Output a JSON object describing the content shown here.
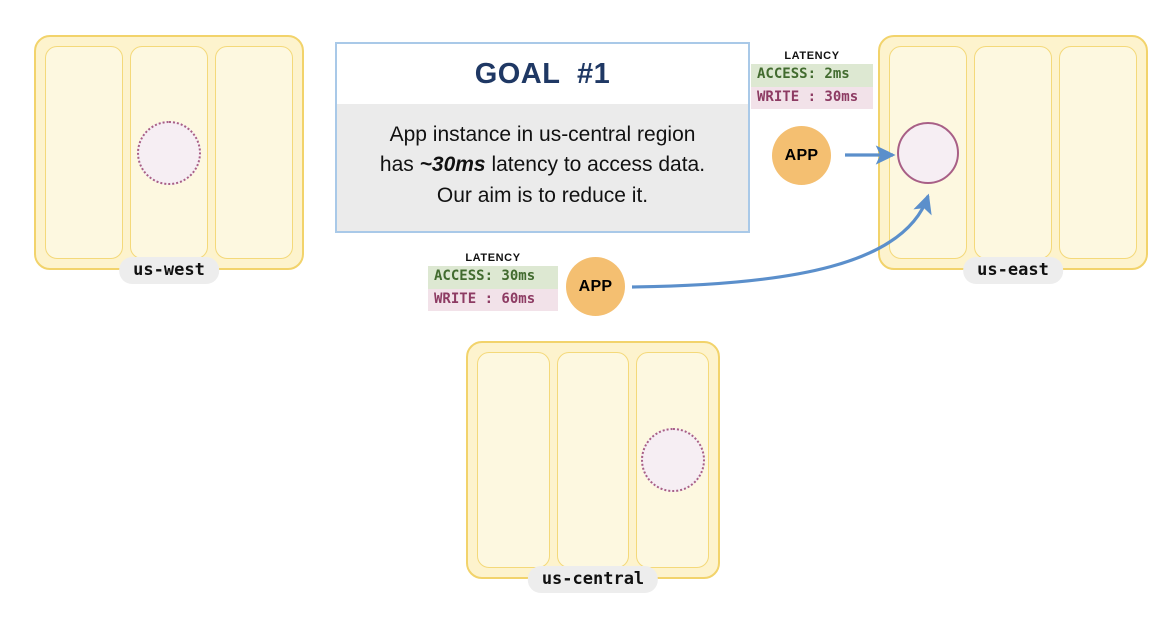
{
  "diagram": {
    "title": "GOAL  #1",
    "goal_text_line1": "App instance in us-central region",
    "goal_text_line2_prefix": "has ",
    "goal_text_line2_em": "~30ms",
    "goal_text_line2_suffix": " latency to access data.",
    "goal_text_line3": "Our aim is to reduce it.",
    "accent_blue": "#1f3864",
    "arrow_color": "#5b8fcb",
    "region_border": "#f2d36b",
    "region_fill": "#fdf3cd",
    "app_fill": "#f4bf71",
    "db_border": "#a85f86",
    "db_fill": "#f6eef3"
  },
  "regions": [
    {
      "id": "us-west",
      "label": "us-west",
      "zones": [
        "zone-a",
        "zone-b",
        "zone-c"
      ],
      "db": {
        "type": "replica",
        "zone_index": 1
      }
    },
    {
      "id": "us-east",
      "label": "us-east",
      "zones": [
        "zone-a",
        "zone-b",
        "zone-c"
      ],
      "db": {
        "type": "primary",
        "zone_index": 0
      }
    },
    {
      "id": "us-central",
      "label": "us-central",
      "zones": [
        "zone-a",
        "zone-b",
        "zone-c"
      ],
      "db": {
        "type": "replica",
        "zone_index": 2
      }
    }
  ],
  "apps": [
    {
      "id": "app-us-east",
      "label": "APP"
    },
    {
      "id": "app-us-central",
      "label": "APP"
    }
  ],
  "latency_panels": [
    {
      "id": "latency-us-east",
      "title": "LATENCY",
      "access_label": "ACCESS: 2ms",
      "write_label": "WRITE : 30ms",
      "access_ms": 2,
      "write_ms": 30
    },
    {
      "id": "latency-us-central",
      "title": "LATENCY",
      "access_label": "ACCESS: 30ms",
      "write_label": "WRITE : 60ms",
      "access_ms": 30,
      "write_ms": 60
    }
  ]
}
